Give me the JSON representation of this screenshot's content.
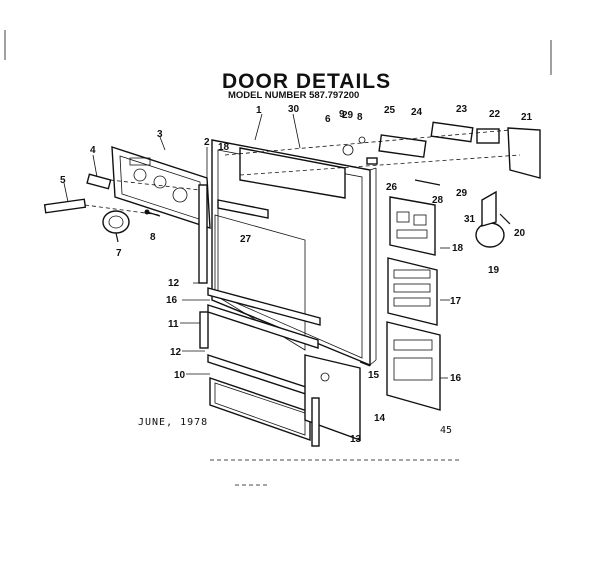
{
  "header": {
    "title": "DOOR DETAILS",
    "model": "MODEL NUMBER 587.797200"
  },
  "footer": {
    "date": "JUNE, 1978",
    "page": "45"
  },
  "callouts": [
    {
      "id": "c1",
      "label": "1"
    },
    {
      "id": "c2",
      "label": "2"
    },
    {
      "id": "c3",
      "label": "3"
    },
    {
      "id": "c4",
      "label": "4"
    },
    {
      "id": "c5",
      "label": "5"
    },
    {
      "id": "c6",
      "label": "6"
    },
    {
      "id": "c7",
      "label": "7"
    },
    {
      "id": "c8",
      "label": "8"
    },
    {
      "id": "c9",
      "label": "8"
    },
    {
      "id": "c10",
      "label": "9"
    },
    {
      "id": "c11",
      "label": "10"
    },
    {
      "id": "c12",
      "label": "11"
    },
    {
      "id": "c13",
      "label": "12"
    },
    {
      "id": "c14",
      "label": "12"
    },
    {
      "id": "c15",
      "label": "13"
    },
    {
      "id": "c16",
      "label": "14"
    },
    {
      "id": "c17",
      "label": "15"
    },
    {
      "id": "c18",
      "label": "16"
    },
    {
      "id": "c19",
      "label": "16"
    },
    {
      "id": "c20",
      "label": "17"
    },
    {
      "id": "c21",
      "label": "18"
    },
    {
      "id": "c22",
      "label": "18"
    },
    {
      "id": "c23",
      "label": "19"
    },
    {
      "id": "c24",
      "label": "20"
    },
    {
      "id": "c25",
      "label": "21"
    },
    {
      "id": "c26",
      "label": "22"
    },
    {
      "id": "c27",
      "label": "23"
    },
    {
      "id": "c28",
      "label": "24"
    },
    {
      "id": "c29",
      "label": "25"
    },
    {
      "id": "c30",
      "label": "26"
    },
    {
      "id": "c31",
      "label": "27"
    },
    {
      "id": "c32",
      "label": "28"
    },
    {
      "id": "c33",
      "label": "29"
    },
    {
      "id": "c34",
      "label": "29"
    },
    {
      "id": "c35",
      "label": "30"
    },
    {
      "id": "c36",
      "label": "31"
    }
  ]
}
